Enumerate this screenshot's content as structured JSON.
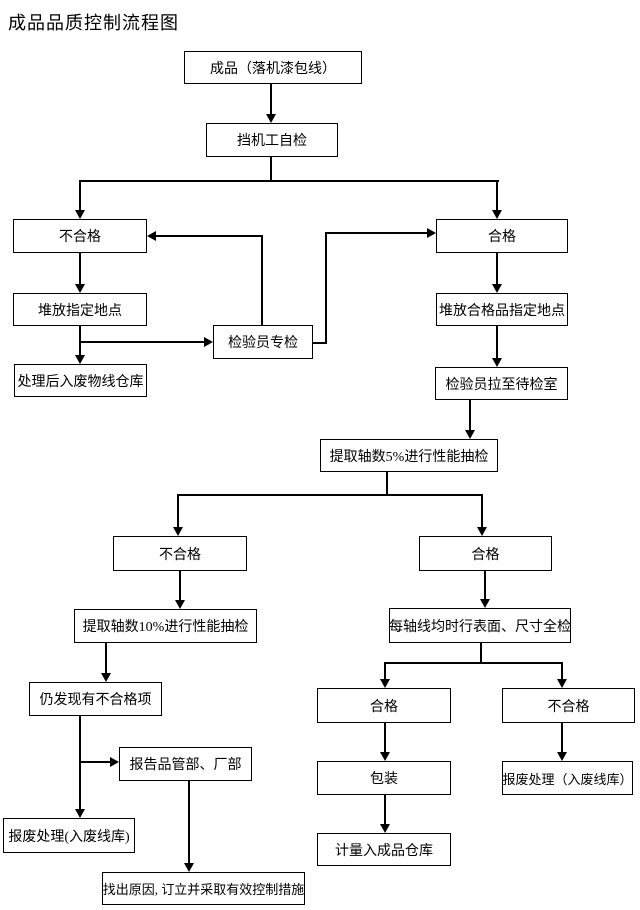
{
  "title": "成品品质控制流程图",
  "colors": {
    "background": "#ffffff",
    "line": "#000000",
    "box_border": "#000000"
  },
  "nodes": {
    "finished_product": {
      "label": "成品（落机漆包线）"
    },
    "operator_self_check": {
      "label": "挡机工自检"
    },
    "fail_1": {
      "label": "不合格"
    },
    "pile_designated": {
      "label": "堆放指定地点"
    },
    "waste_after_treatment": {
      "label": "处理后入废物线仓库"
    },
    "inspector_special_check": {
      "label": "检验员专检"
    },
    "pass_1": {
      "label": "合格"
    },
    "pile_qualified": {
      "label": "堆放合格品指定地点"
    },
    "inspector_pull_room": {
      "label": "检验员拉至待检室"
    },
    "sample_5_percent": {
      "label": "提取轴数5%进行性能抽检"
    },
    "fail_2": {
      "label": "不合格"
    },
    "sample_10_percent": {
      "label": "提取轴数10%进行性能抽检"
    },
    "still_fail_items": {
      "label": "仍发现有不合格项"
    },
    "report_depts": {
      "label": "报告品管部、厂部"
    },
    "scrap_left": {
      "label": "报废处理(入废线库)"
    },
    "find_cause": {
      "label": "找出原因, 订立并采取有效控制措施"
    },
    "pass_2": {
      "label": "合格"
    },
    "full_surface_check": {
      "label": "每轴线均时行表面、尺寸全检"
    },
    "pass_3": {
      "label": "合格"
    },
    "fail_3": {
      "label": "不合格"
    },
    "packing": {
      "label": "包装"
    },
    "weigh_into_warehouse": {
      "label": "计量入成品仓库"
    },
    "scrap_right": {
      "label": "报废处理（入废线库）"
    }
  }
}
